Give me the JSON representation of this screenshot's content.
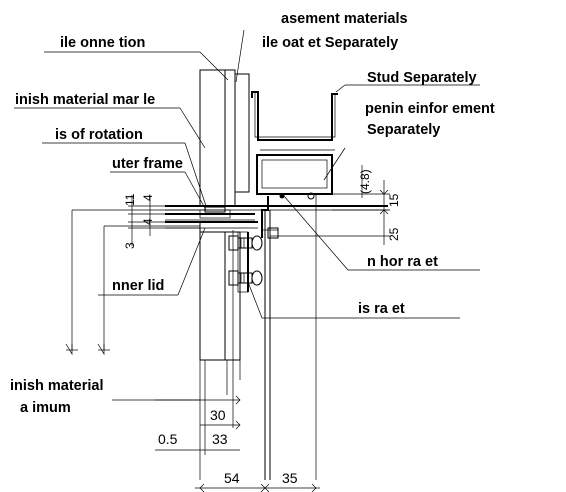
{
  "labels": {
    "basement_materials": "asement materials",
    "tile_coat_separately": "ile  oat et   Separately",
    "tile_connection": "ile  onne  tion",
    "stud_separately": "Stud  Separately",
    "opening_reinforcement": "penin     einfor  ement",
    "opening_separately": "Separately",
    "finish_material_marble": "inish material   mar  le",
    "axis_of_rotation": "is of rotation",
    "outer_frame": "uter frame",
    "anchor_bracket": "n  hor  ra   et",
    "inner_lid": "nner lid",
    "axis_bracket": "is   ra    et",
    "finish_material_maximum_line1": "inish material",
    "finish_material_maximum_line2": "a  imum"
  },
  "dimensions": {
    "d11": "11",
    "d4": "4",
    "d3": "3",
    "d48": "(4.8)",
    "d15": "15",
    "d25": "25",
    "d30": "30",
    "d33": "33",
    "d05": "0.5",
    "d54": "54",
    "d35": "35"
  }
}
